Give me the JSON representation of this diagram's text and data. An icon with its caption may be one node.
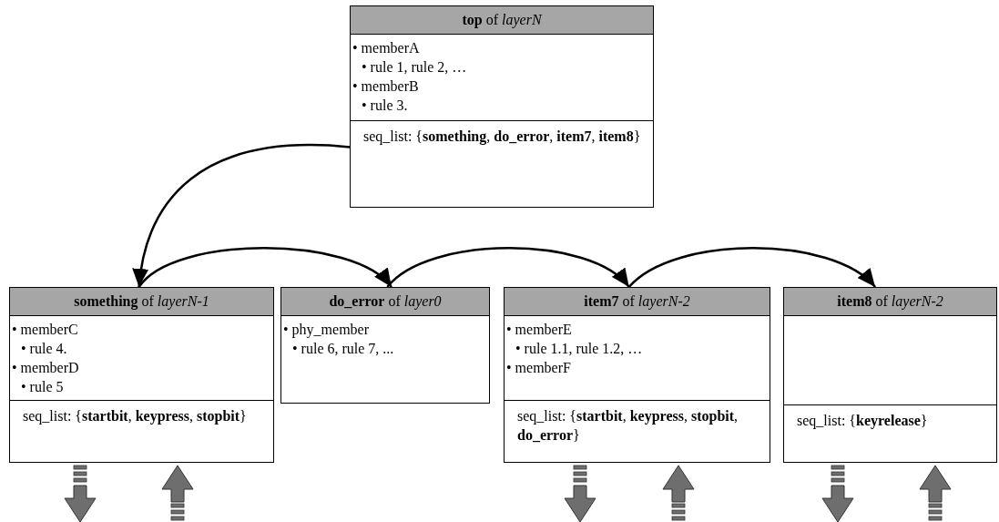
{
  "diagram": {
    "nodes": [
      {
        "text": [
          "**top** of *layerN*",
          "• memberA",
          "• rule 1,  rule 2, …",
          "• memberB",
          "• rule 3.",
          "seq_list: {**something**,  **do_error**, **item7**,  **item8**}"
        ]
      },
      {
        "text": [
          "**something** of *layerN-1*",
          "• memberC",
          "• rule 4.",
          "• memberD",
          "• rule 5",
          "seq_list: {**startbit**,  **keypress**, **stopbit**}"
        ]
      },
      {
        "text": [
          "**do_error** of *layer0*",
          "• phy_member",
          "• rule 6, rule 7, ..."
        ]
      },
      {
        "text": [
          "**item7** of *layerN-2*",
          "• memberE",
          "• rule 1.1,  rule 1.2, …",
          "• memberF",
          "seq_list: {**startbit**,  **keypress**, **stopbit**, **do_error**}"
        ]
      },
      {
        "text": [
          "**item8** of *layerN-2*",
          "seq_list: {**keyrelease**}"
        ]
      }
    ],
    "edges": [
      {
        "from": 0,
        "to": 1,
        "arrow": "to"
      },
      {
        "from": 1,
        "to": 2,
        "arrow": "to"
      },
      {
        "from": 2,
        "to": 3,
        "arrow": "to"
      },
      {
        "from": 3,
        "to": 4,
        "arrow": "to"
      },
      {
        "from": 1,
        "to": null,
        "arrow": "to",
        "style": "thick",
        "color": "#6e6e6e"
      },
      {
        "from": null,
        "to": 1,
        "arrow": "to",
        "style": "thick",
        "color": "#6e6e6e"
      },
      {
        "from": 3,
        "to": null,
        "arrow": "to",
        "style": "thick",
        "color": "#6e6e6e"
      },
      {
        "from": null,
        "to": 3,
        "arrow": "to",
        "style": "thick",
        "color": "#6e6e6e"
      },
      {
        "from": 4,
        "to": null,
        "arrow": "to",
        "style": "thick",
        "color": "#6e6e6e"
      },
      {
        "from": null,
        "to": 4,
        "arrow": "to",
        "style": "thick",
        "color": "#6e6e6e"
      }
    ]
  }
}
